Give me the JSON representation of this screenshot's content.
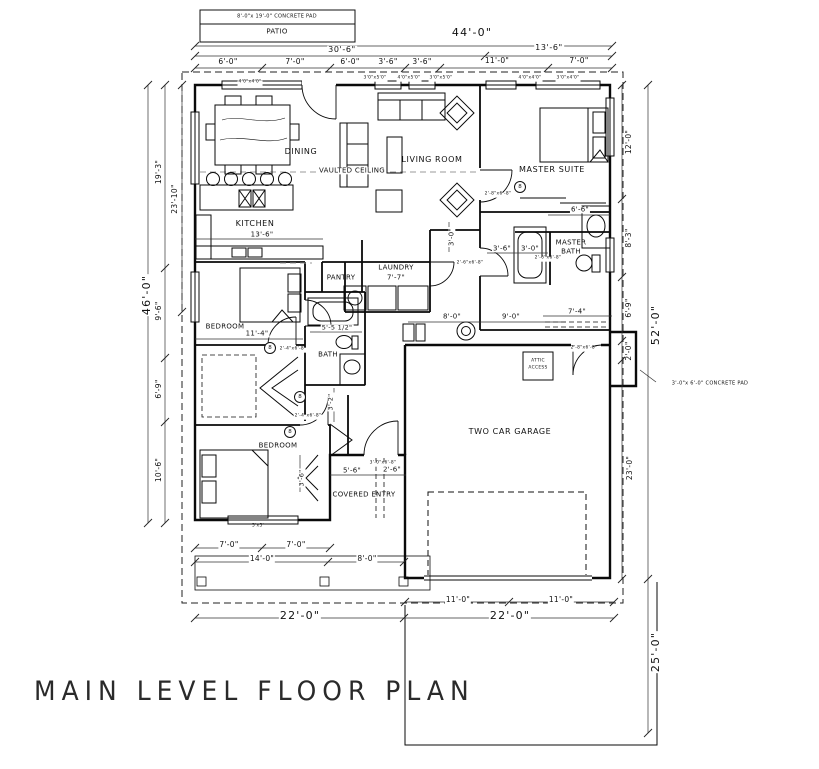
{
  "sheet": {
    "title": "MAIN LEVEL FLOOR PLAN"
  },
  "site": {
    "patio_pad_note": "8'-0\"x 19'-0\" CONCRETE PAD",
    "patio_label": "PATIO",
    "side_pad_note": "3'-0\"x 6'-0\" CONCRETE PAD"
  },
  "rooms": {
    "dining": "DINING",
    "vaulted_ceiling": "VAULTED CEILING",
    "living_room": "LIVING ROOM",
    "master_suite": "MASTER SUITE",
    "kitchen": "KITCHEN",
    "kitchen_width": "13'-6\"",
    "pantry": "PANTRY",
    "laundry": "LAUNDRY",
    "laundry_width": "7'-7\"",
    "master_bath_line1": "MASTER",
    "master_bath_line2": "BATH",
    "bath": "BATH",
    "bath_width": "5'-5 1/2\"",
    "bedroom1": "BEDROOM",
    "bedroom1_width": "11'-4\"",
    "bedroom2": "BEDROOM",
    "garage": "TWO CAR GARAGE",
    "covered_entry": "COVERED ENTRY",
    "attic_line1": "ATTIC",
    "attic_line2": "ACCESS"
  },
  "dims_top": {
    "overall": "44'-0\"",
    "span_left": "30'-6\"",
    "span_right": "13'-6\"",
    "seg1": "6'-0\"",
    "seg2": "7'-0\"",
    "seg3": "6'-0\"",
    "seg4": "3'-6\"",
    "seg5": "3'-6\"",
    "seg6": "11'-0\"",
    "seg7": "7'-0\""
  },
  "dims_left": {
    "overall": "46'-0\"",
    "seg1": "19'-3\"",
    "seg1_inner": "23'-10\"",
    "seg2": "9'-6\"",
    "seg3": "6'-9\"",
    "seg4": "10'-6\""
  },
  "dims_right": {
    "overall": "52'-0\"",
    "seg1": "12'-0\"",
    "seg2": "8'-3\"",
    "seg3": "6'-9\"",
    "seg4": "2'-0\"",
    "seg5": "23'-0\"",
    "drive": "25'-0\""
  },
  "dims_bottom": {
    "seg1": "7'-0\"",
    "seg2": "7'-0\"",
    "span1": "14'-0\"",
    "span2": "8'-0\"",
    "overall_left": "22'-0\"",
    "garage1": "11'-0\"",
    "garage2": "11'-0\"",
    "overall_right": "22'-0\""
  },
  "dims_inner": {
    "closet": "6'-6\"",
    "hall_a": "3'-6\"",
    "hall_b": "3'-0\"",
    "hall_c": "3'-0\"",
    "garage_a": "8'-0\"",
    "garage_b": "9'-0\"",
    "garage_c": "7'-4\"",
    "entry_a": "5'-6\"",
    "entry_b": "2'-6\"",
    "closet_b": "3'-2\"",
    "closet_c": "3'-6\"",
    "window_tag": "5'x5'"
  },
  "tags": {
    "w0": "4'0\"x4'0\"",
    "w1": "3'0\"x5'0\"",
    "w2": "4'0\"x5'0\"",
    "w3": "3'0\"x5'0\"",
    "w4": "4'0\"x4'0\"",
    "w5": "3'0\"x4'0\"",
    "door_front": "3'-0\"x6'-8\"",
    "door_garage": "2'-8\"x6'-8\"",
    "door_bed1": "2'-4\"x6'-8\"",
    "door_bed2": "2'-4\"x6'-8\"",
    "door_master": "2'-8\"x6'-8\"",
    "door_mbath": "2'-6\"x6'-8\"",
    "door_hall": "2'-6\"x6'-8\"",
    "keynote": "8"
  }
}
